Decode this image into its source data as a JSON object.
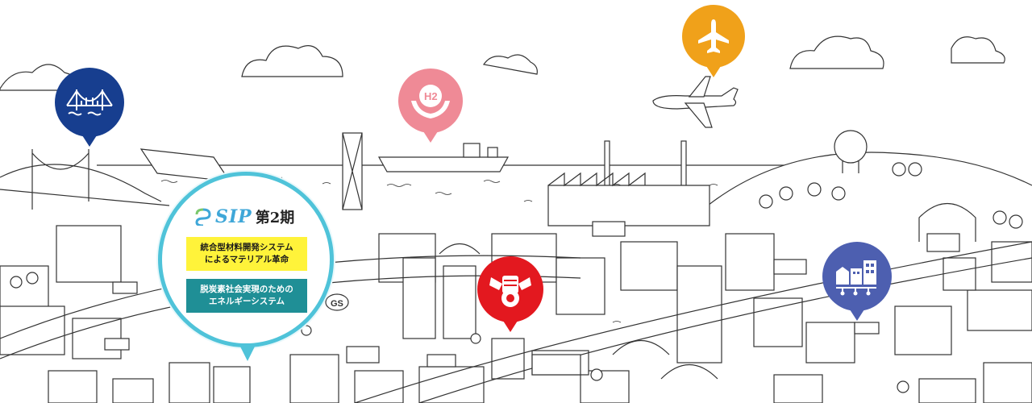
{
  "sip_panel": {
    "logo_text": "SIP",
    "phase_label": "第2期",
    "buttons": [
      {
        "line1": "統合型材料開発システム",
        "line2": "によるマテリアル革命",
        "color": "#fff33a"
      },
      {
        "line1": "脱炭素社会実現のための",
        "line2": "エネルギーシステム",
        "color": "#1f8f96"
      }
    ],
    "accent_color": "#4fc3d9"
  },
  "pins": [
    {
      "name": "bridge-pin",
      "icon": "bridge-icon",
      "color": "#173e8f"
    },
    {
      "name": "hydrogen-pin",
      "icon": "hydrogen-hands-icon",
      "color": "#ef8a96",
      "label": "H2"
    },
    {
      "name": "airplane-pin",
      "icon": "airplane-icon",
      "color": "#f0a11a"
    },
    {
      "name": "engine-pin",
      "icon": "engine-icon",
      "color": "#e3181f"
    },
    {
      "name": "smart-city-pin",
      "icon": "buildings-icon",
      "color": "#4d5fb0"
    }
  ],
  "road_sign": "GS"
}
